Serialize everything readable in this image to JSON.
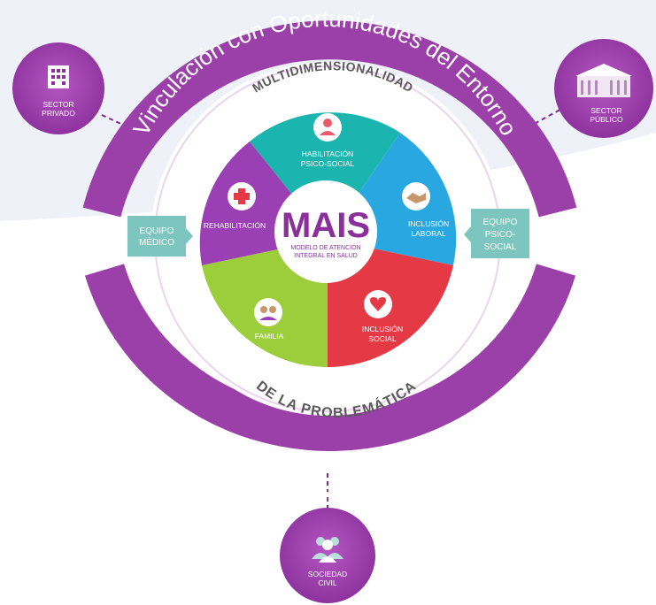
{
  "outer_ring": {
    "top_text": "Vinculación con Oportunidades del Entorno",
    "bottom_text": "Vinculación con Oportunidades del Entorno"
  },
  "inner_ring": {
    "top_text": "MULTIDIMENSIONALIDAD",
    "bottom_text": "DE LA PROBLEMÁTICA"
  },
  "center": {
    "title": "MAIS",
    "subtitle_line1": "MODELO DE ATENCIÓN",
    "subtitle_line2": "INTEGRAL EN SALUD"
  },
  "segments": [
    {
      "id": "habilitacion",
      "line1": "HABILITACIÓN",
      "line2": "PSICO-SOCIAL",
      "icon": "person-icon",
      "color": "#1bb5b0"
    },
    {
      "id": "inclusion-laboral",
      "line1": "INCLUSIÓN",
      "line2": "LABORAL",
      "icon": "handshake-icon",
      "color": "#29a7e0"
    },
    {
      "id": "inclusion-social",
      "line1": "INCLUSIÓN",
      "line2": "SOCIAL",
      "icon": "heart-hands-icon",
      "color": "#e63946"
    },
    {
      "id": "familia",
      "line1": "FAMILIA",
      "line2": "",
      "icon": "family-icon",
      "color": "#9ccd3b"
    },
    {
      "id": "rehabilitacion",
      "line1": "REHABILITACIÓN",
      "line2": "",
      "icon": "medical-cross-icon",
      "color": "#9b3fb5"
    }
  ],
  "side_boxes": {
    "left": {
      "line1": "EQUIPO",
      "line2": "MÉDICO"
    },
    "right": {
      "line1": "EQUIPO",
      "line2": "PSICO-",
      "line3": "SOCIAL"
    }
  },
  "actors": {
    "privado": {
      "line1": "SECTOR",
      "line2": "PRIVADO",
      "icon": "building-icon"
    },
    "publico": {
      "line1": "SECTOR",
      "line2": "PÚBLICO",
      "icon": "government-building-icon"
    },
    "civil": {
      "line1": "SOCIEDAD",
      "line2": "CIVIL",
      "icon": "people-icon"
    }
  },
  "colors": {
    "purple": "#9b3fa9",
    "purple_dark": "#7d2a8c",
    "teal_box": "#7dc5bf",
    "teal": "#1bb5b0",
    "blue": "#29a7e0",
    "red": "#e63946",
    "green": "#9ccd3b",
    "violet": "#9b3fb5"
  }
}
